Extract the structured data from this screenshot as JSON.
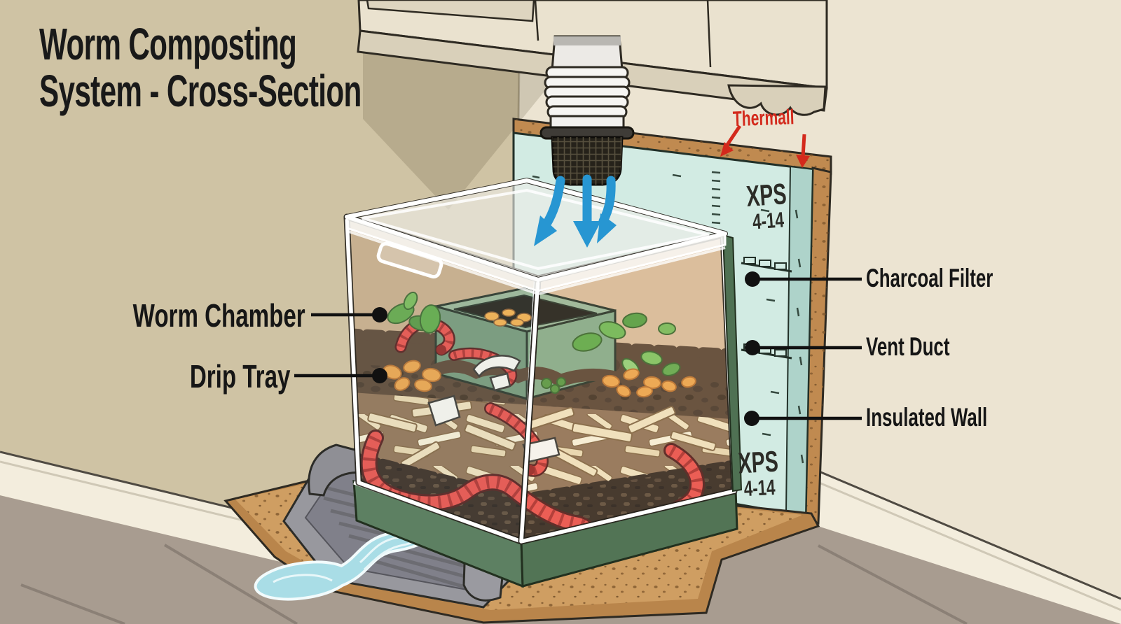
{
  "title": {
    "line1": "Worm Composting",
    "line2": "System - Cross-Section"
  },
  "callouts": {
    "left": [
      {
        "label": "Worm Chamber"
      },
      {
        "label": "Drip Tray"
      }
    ],
    "right": [
      {
        "label": "Charcoal Filter"
      },
      {
        "label": "Vent Duct"
      },
      {
        "label": "Insulated Wall"
      }
    ],
    "top": {
      "label": "Thermall"
    }
  },
  "panel_markings": {
    "upper": {
      "material": "XPS",
      "rating": "4-14"
    },
    "lower": {
      "material": "XPS",
      "rating": "4-14"
    }
  },
  "colors": {
    "wall_left": "#cfc3a4",
    "wall_right": "#ece4d2",
    "insulation_face": "#d2ebe3",
    "cork": "#c08a50",
    "annotation_red": "#d3291c",
    "arrow_blue": "#2796d2",
    "worm_red": "#e8453c",
    "bin_green": "#6c8f6d",
    "tray_gray": "#98989e",
    "label_ink": "#141414"
  }
}
